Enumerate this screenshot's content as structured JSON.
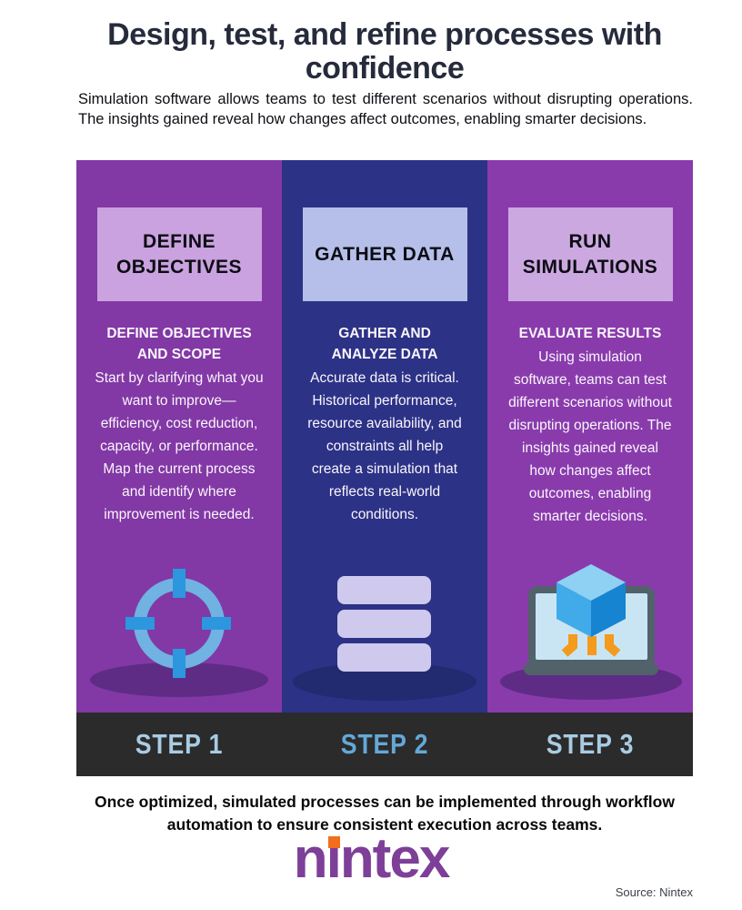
{
  "page": {
    "title": "Design, test, and refine processes with confidence",
    "intro": "Simulation software allows teams to test different scenarios without disrupting operations. The insights gained reveal how changes affect outcomes, enabling smarter decisions.",
    "footer_note": "Once optimized, simulated processes can be implemented through workflow automation to ensure consistent execution across teams.",
    "source": "Source: Nintex"
  },
  "columns": [
    {
      "header": "DEFINE OBJECTIVES",
      "subheading": "DEFINE OBJECTIVES AND SCOPE",
      "body": "Start by clarifying what you want to improve—efficiency, cost reduction, capacity, or performance. Map the current process and identify where improvement is needed.",
      "icon": "crosshair-target-icon",
      "step_label": "STEP 1"
    },
    {
      "header": "GATHER DATA",
      "subheading": "GATHER AND ANALYZE DATA",
      "body": "Accurate data is critical. Historical performance, resource availability, and constraints all help create a simulation that reflects real-world conditions.",
      "icon": "data-stack-icon",
      "step_label": "STEP 2"
    },
    {
      "header": "RUN SIMULATIONS",
      "subheading": "EVALUATE RESULTS",
      "body": "Using simulation software, teams can test different scenarios without disrupting operations. The insights gained reveal how changes affect outcomes, enabling smarter decisions.",
      "icon": "laptop-cube-icon",
      "step_label": "STEP 3"
    }
  ],
  "logo": {
    "name": "nintex",
    "part1": "n",
    "part2": "ı",
    "part3": "ntex"
  },
  "colors": {
    "title_text": "#262B3C",
    "column_purple_left": "#8238A5",
    "column_purple_right": "#893BAC",
    "column_indigo": "#2C3286",
    "header_box_purple": "#C9A2DF",
    "header_box_indigo": "#B5BFEA",
    "shadow_purple": "#5E2C85",
    "shadow_navy": "#222A70",
    "step_bar_bg": "#2B2B2B",
    "step_label_light": "#A9CCE3",
    "step_label_accent": "#64A8D8",
    "icon_ring_blue": "#70B2E1",
    "icon_tick_blue": "#2C96DE",
    "icon_lavender": "#CFCAED",
    "laptop_frame": "#51626B",
    "laptop_screen": "#C9E5F4",
    "cube_top": "#8ED1F3",
    "cube_left": "#41ABE9",
    "cube_right": "#1684D0",
    "icon_orange": "#F49A1C",
    "logo_purple": "#7D3F98",
    "logo_dot_orange": "#F26E1E"
  }
}
